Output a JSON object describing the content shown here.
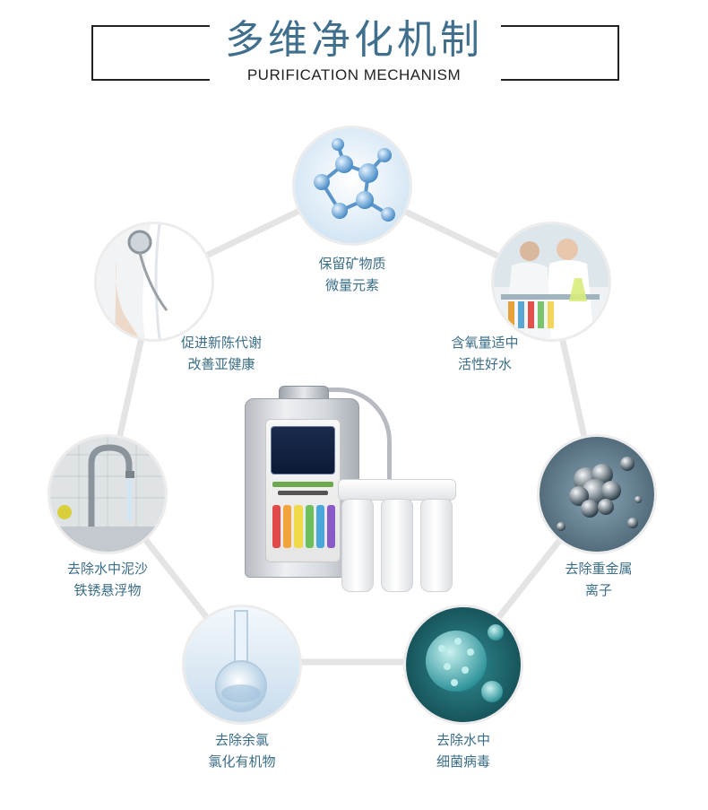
{
  "header": {
    "title": "多维净化机制",
    "subtitle": "PURIFICATION MECHANISM"
  },
  "features": [
    {
      "line1": "保留矿物质",
      "line2": "微量元素",
      "image": "molecule-image"
    },
    {
      "line1": "含氧量适中",
      "line2": "活性好水",
      "image": "laboratory-image"
    },
    {
      "line1": "去除重金属",
      "line2": "离子",
      "image": "particles-image"
    },
    {
      "line1": "去除水中",
      "line2": "细菌病毒",
      "image": "virus-image"
    },
    {
      "line1": "去除余氯",
      "line2": "氯化有机物",
      "image": "flask-image"
    },
    {
      "line1": "去除水中泥沙",
      "line2": "铁锈悬浮物",
      "image": "faucet-image"
    },
    {
      "line1": "促进新陈代谢",
      "line2": "改善亚健康",
      "image": "stethoscope-image"
    }
  ],
  "colors": {
    "title": "#3f6f8c",
    "caption": "#3a6d87",
    "ring": "#e4e4e4"
  }
}
